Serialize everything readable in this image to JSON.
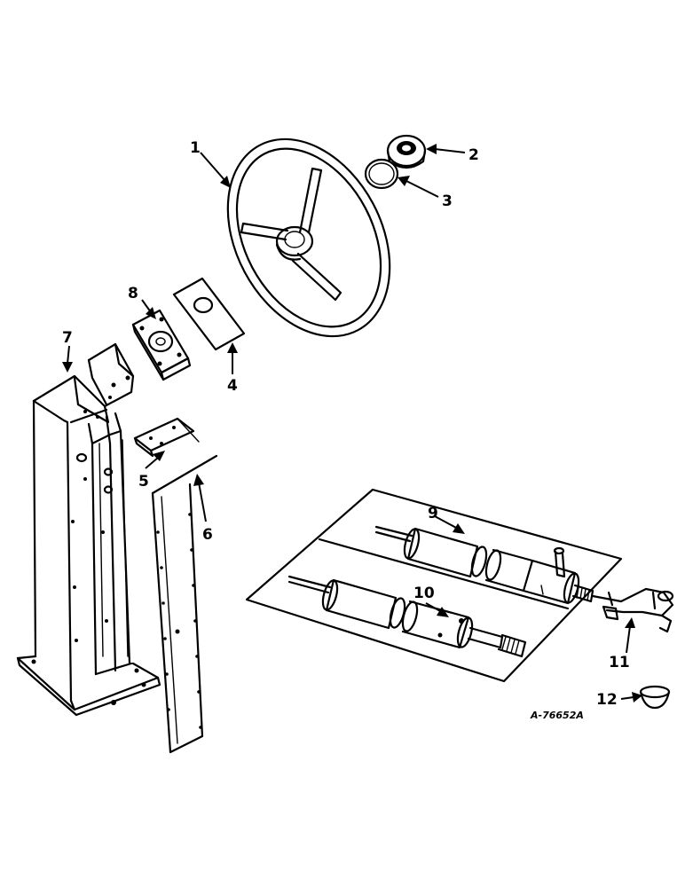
{
  "diagram": {
    "reference_code": "A-76652A",
    "callouts": [
      {
        "number": "1",
        "part": "steering-wheel"
      },
      {
        "number": "2",
        "part": "horn-button-cap"
      },
      {
        "number": "3",
        "part": "retaining-ring"
      },
      {
        "number": "4",
        "part": "column-cover-plate"
      },
      {
        "number": "5",
        "part": "small-mounting-plate"
      },
      {
        "number": "6",
        "part": "side-panel-strip"
      },
      {
        "number": "7",
        "part": "steering-column-support"
      },
      {
        "number": "8",
        "part": "bearing-mounting-plate"
      },
      {
        "number": "9",
        "part": "steering-cylinder-upper"
      },
      {
        "number": "10",
        "part": "steering-cylinder-lower"
      },
      {
        "number": "11",
        "part": "tie-rod-end"
      },
      {
        "number": "12",
        "part": "dust-cap"
      }
    ]
  }
}
